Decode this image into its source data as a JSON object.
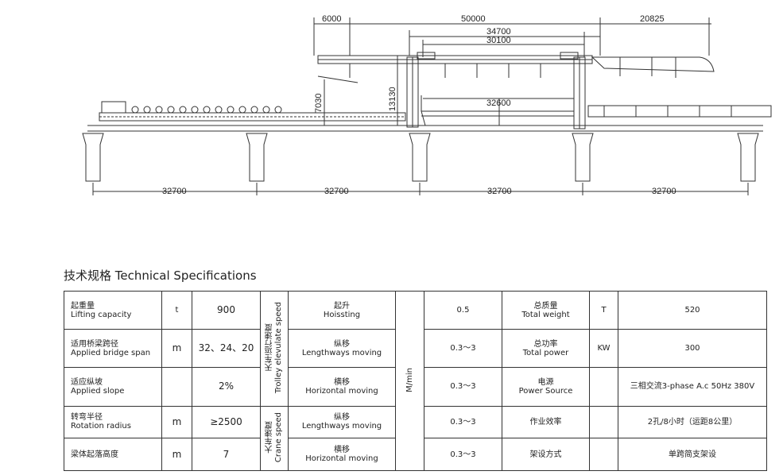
{
  "drawing": {
    "dimensions": {
      "top_left": "6000",
      "top_main": "50000",
      "top_right": "20825",
      "top_mid1": "34700",
      "top_mid2": "30100",
      "inner_span": "32600",
      "height_left": "7030",
      "height_center": "13130",
      "bottom_spans": [
        "32700",
        "32700",
        "32700",
        "32700"
      ]
    }
  },
  "specs": {
    "title": "技术规格 Technical Specifications",
    "rows": [
      {
        "label_cn": "起重量",
        "label_en": "Lifting capacity",
        "unit": "t",
        "value": "900"
      },
      {
        "label_cn": "适用桥梁跨径",
        "label_en": "Applied bridge span",
        "unit": "m",
        "value": "32、24、20"
      },
      {
        "label_cn": "适应纵坡",
        "label_en": "Applied slope",
        "unit": "",
        "value": "2%"
      },
      {
        "label_cn": "转弯半径",
        "label_en": "Rotation radius",
        "unit": "m",
        "value": "≥2500"
      },
      {
        "label_cn": "梁体起落高度",
        "label_en": "",
        "unit": "m",
        "value": "7"
      }
    ],
    "trolley_group": {
      "label_cn": "天车运行速度",
      "label_en": "Trolley elevulate speed"
    },
    "crane_group": {
      "label_cn": "大车速度",
      "label_en": "Crane speed"
    },
    "speed_unit": "M/min",
    "motions": [
      {
        "label_cn": "起升",
        "label_en": "Hoissting",
        "speed": "0.5"
      },
      {
        "label_cn": "纵移",
        "label_en": "Lengthways moving",
        "speed": "0.3～3"
      },
      {
        "label_cn": "横移",
        "label_en": "Horizontal moving",
        "speed": "0.3～3"
      },
      {
        "label_cn": "纵移",
        "label_en": "Lengthways moving",
        "speed": "0.3～3"
      },
      {
        "label_cn": "横移",
        "label_en": "Horizontal moving",
        "speed": "0.3～3"
      }
    ],
    "right_rows": [
      {
        "label_cn": "总质量",
        "label_en": "Total weight",
        "unit": "T",
        "value": "520"
      },
      {
        "label_cn": "总功率",
        "label_en": "Total power",
        "unit": "KW",
        "value": "300"
      },
      {
        "label_cn": "电源",
        "label_en": "Power Source",
        "unit": "",
        "value": "三相交流3-phase A.c 50Hz 380V"
      },
      {
        "label_cn": "作业效率",
        "label_en": "",
        "unit": "",
        "value": "2孔/8小时（运距8公里）"
      },
      {
        "label_cn": "架设方式",
        "label_en": "",
        "unit": "",
        "value": "单跨简支架设"
      }
    ]
  }
}
